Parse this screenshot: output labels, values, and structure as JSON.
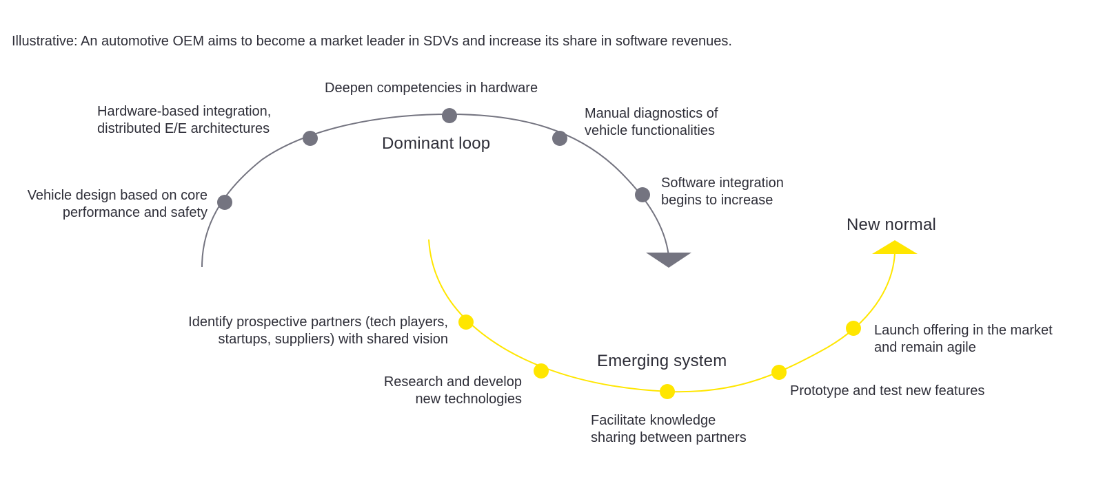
{
  "caption": "Illustrative: An automotive OEM aims to become a market leader in SDVs and increase its share in software revenues.",
  "colors": {
    "dominant": "#747480",
    "emerging": "#ffe600",
    "text": "#2e2e38",
    "background": "#ffffff"
  },
  "dominant_loop": {
    "title": "Dominant loop",
    "icon": "arrow-down-triangle-icon",
    "steps": [
      {
        "line1": "Vehicle design based on core",
        "line2": "performance and safety"
      },
      {
        "line1": "Hardware-based integration,",
        "line2": "distributed E/E architectures"
      },
      {
        "line1": "Deepen competencies in hardware",
        "line2": ""
      },
      {
        "line1": "Manual diagnostics of",
        "line2": "vehicle functionalities"
      },
      {
        "line1": "Software integration",
        "line2": "begins to increase"
      }
    ]
  },
  "emerging_system": {
    "title": "Emerging system",
    "icon": "arrow-up-triangle-icon",
    "steps": [
      {
        "line1": "Identify prospective partners (tech players,",
        "line2": "startups, suppliers) with shared vision"
      },
      {
        "line1": "Research and develop",
        "line2": "new technologies"
      },
      {
        "line1": "Facilitate knowledge",
        "line2": "sharing between partners"
      },
      {
        "line1": "Prototype and test new features",
        "line2": ""
      },
      {
        "line1": "Launch offering in the market",
        "line2": "and remain agile"
      }
    ]
  },
  "new_normal": {
    "title": "New normal"
  }
}
